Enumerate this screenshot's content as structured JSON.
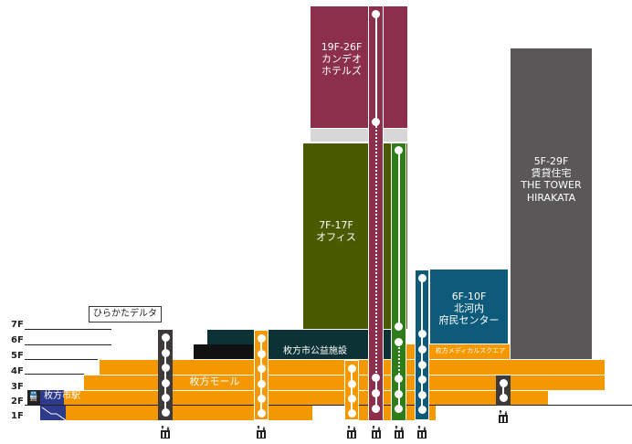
{
  "title_label": "ひらかたデルタ",
  "floors": [
    "7F",
    "6F",
    "5F",
    "4F",
    "3F",
    "2F",
    "1F"
  ],
  "station": {
    "label": "枚方市駅",
    "icon": "train-icon"
  },
  "blocks": {
    "hotel": {
      "floors": "19F-26F",
      "name1": "カンデオ",
      "name2": "ホテルズ"
    },
    "office": {
      "floors": "7F-17F",
      "name": "オフィス"
    },
    "tower": {
      "floors": "5F-29F",
      "name": "賃貸住宅",
      "name2": "THE TOWER",
      "name3": "HIRAKATA"
    },
    "kitakawachi": {
      "floors": "6F-10F",
      "name1": "北河内",
      "name2": "府民センター"
    },
    "public": {
      "name": "枚方市公益施設"
    },
    "medical": {
      "name": "枚方メディカルスクエア"
    },
    "mall": {
      "name": "枚方モール"
    }
  },
  "colors": {
    "orange": "#F39800",
    "hotel": "#8B2F4B",
    "office": "#4A5A00",
    "tower": "#595757",
    "kitakawachi": "#0E5A7A",
    "public": "#0C3236",
    "black": "#111111",
    "elev_dark": "#3E3A39",
    "elev_green": "#2E7D1A",
    "gray": "#D7D7D7"
  },
  "elevators": [
    {
      "name": "elevator-1",
      "color": "dark"
    },
    {
      "name": "elevator-2",
      "color": "orange"
    },
    {
      "name": "elevator-3",
      "color": "orange"
    },
    {
      "name": "elevator-4",
      "color": "hotel"
    },
    {
      "name": "elevator-5",
      "color": "green"
    },
    {
      "name": "elevator-6",
      "color": "blue"
    },
    {
      "name": "elevator-7",
      "color": "dark"
    }
  ]
}
